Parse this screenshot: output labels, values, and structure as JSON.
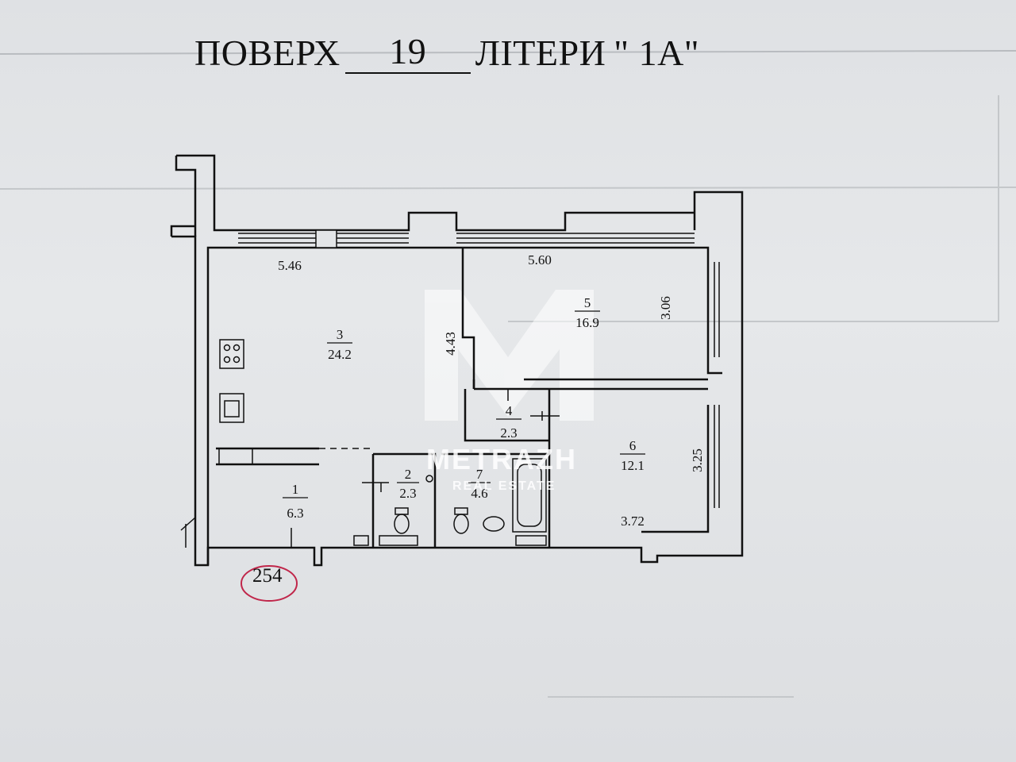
{
  "header": {
    "label_floor": "ПОВЕРХ",
    "floor_value": "19",
    "label_letter": "ЛІТЕРИ",
    "letter_value": "\" 1А\""
  },
  "plan": {
    "rooms": [
      {
        "id": "1",
        "area": "6.3"
      },
      {
        "id": "2",
        "area": "2.3"
      },
      {
        "id": "3",
        "area": "24.2"
      },
      {
        "id": "4",
        "area": "2.3"
      },
      {
        "id": "5",
        "area": "16.9"
      },
      {
        "id": "6",
        "area": "12.1"
      },
      {
        "id": "7",
        "area": "4.6"
      }
    ],
    "dimensions": [
      "5.46",
      "5.60",
      "4.43",
      "3.06",
      "3.25",
      "3.72"
    ],
    "stamp_number": "254"
  },
  "watermark": {
    "brand": "METRAZH",
    "tagline": "REAL ESTATE"
  },
  "colors": {
    "ink": "#111111",
    "stamp": "#c0264a",
    "paper": "#e3e5e7"
  }
}
